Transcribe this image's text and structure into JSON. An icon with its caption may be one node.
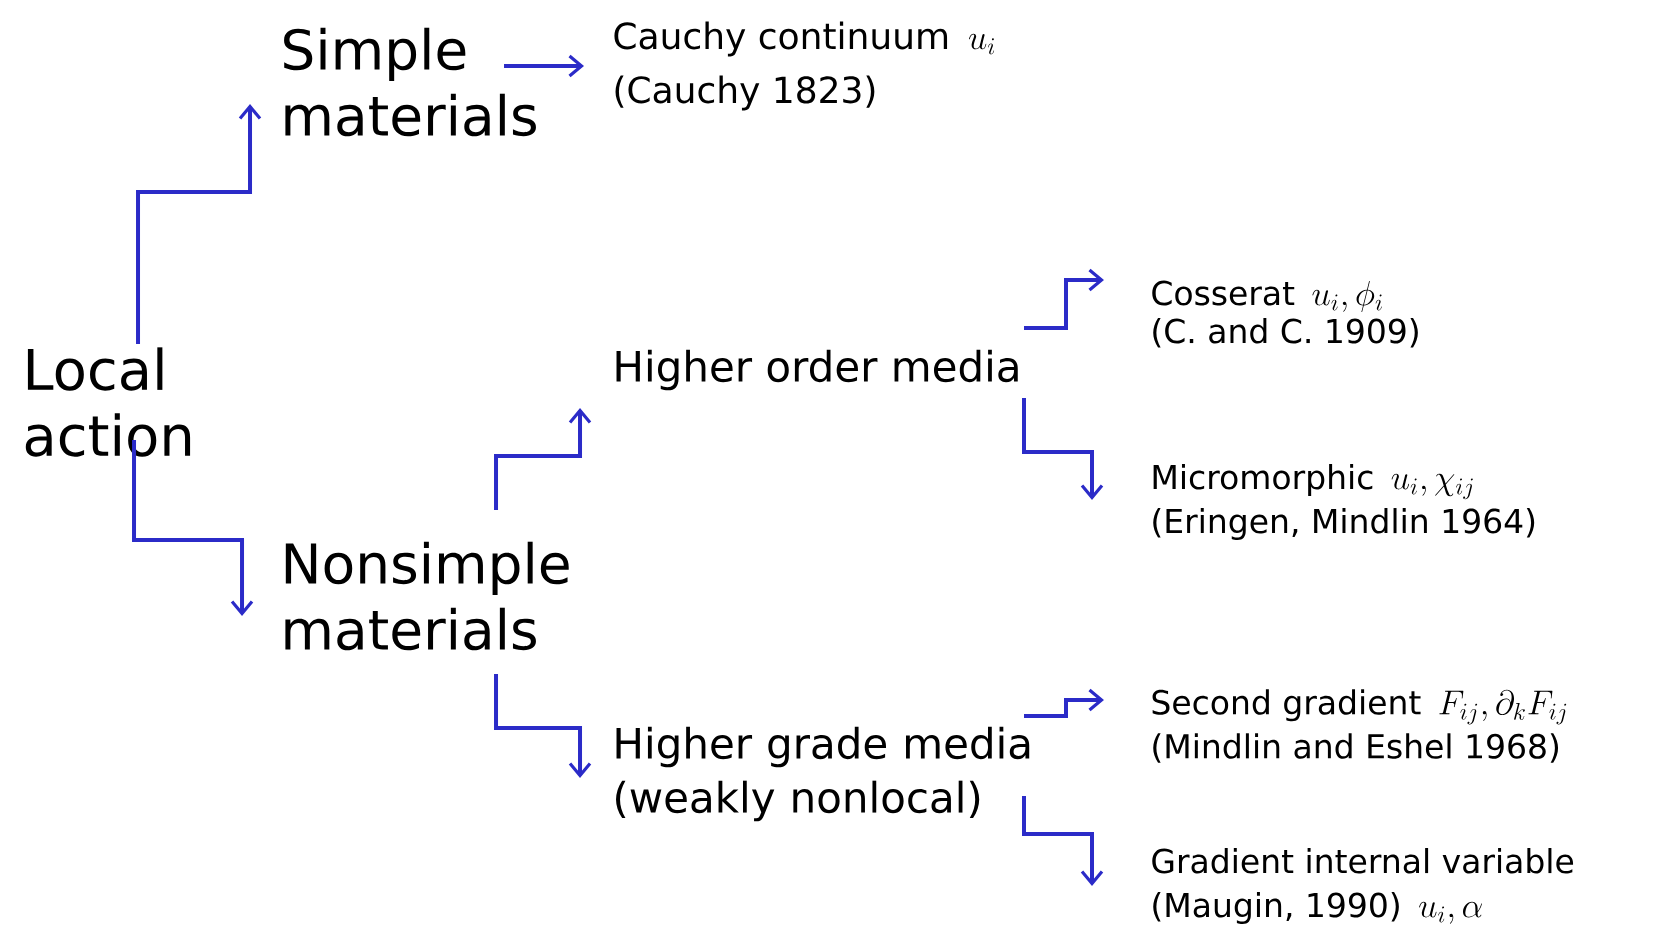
{
  "diagram": {
    "nodes": [
      {
        "text": [
          "Local action"
        ]
      },
      {
        "text": [
          "Simple materials"
        ]
      },
      {
        "text": [
          "Nonsimple materials"
        ]
      },
      {
        "text": [
          "Cauchy continuum",
          "u_{i}",
          "(Cauchy 1823)"
        ]
      },
      {
        "text": [
          "Higher order media"
        ]
      },
      {
        "text": [
          "Higher grade media (weakly nonlocal)"
        ]
      },
      {
        "text": [
          "Cosserat",
          "u_{i},\\phi_{i}",
          "(C. and C. 1909)"
        ]
      },
      {
        "text": [
          "Micromorphic",
          "u_{i},\\chi_{ij}",
          "(Eringen, Mindlin 1964)"
        ]
      },
      {
        "text": [
          "Second gradient",
          "F_{ij},\\partial_{k}F_{ij}",
          "(Mindlin and Eshel 1968)"
        ]
      },
      {
        "text": [
          "Gradient internal variable",
          "(Maugin, 1990)",
          "u_{i},\\alpha"
        ]
      }
    ],
    "edges": [
      {
        "from": 0,
        "to": 1,
        "arrow": "to"
      },
      {
        "from": 0,
        "to": 2,
        "arrow": "to"
      },
      {
        "from": 1,
        "to": 3,
        "arrow": "to"
      },
      {
        "from": 2,
        "to": 4,
        "arrow": "to"
      },
      {
        "from": 2,
        "to": 5,
        "arrow": "to"
      },
      {
        "from": 4,
        "to": 6,
        "arrow": "to"
      },
      {
        "from": 4,
        "to": 7,
        "arrow": "to"
      },
      {
        "from": 5,
        "to": 8,
        "arrow": "to"
      },
      {
        "from": 5,
        "to": 9,
        "arrow": "to"
      }
    ]
  }
}
